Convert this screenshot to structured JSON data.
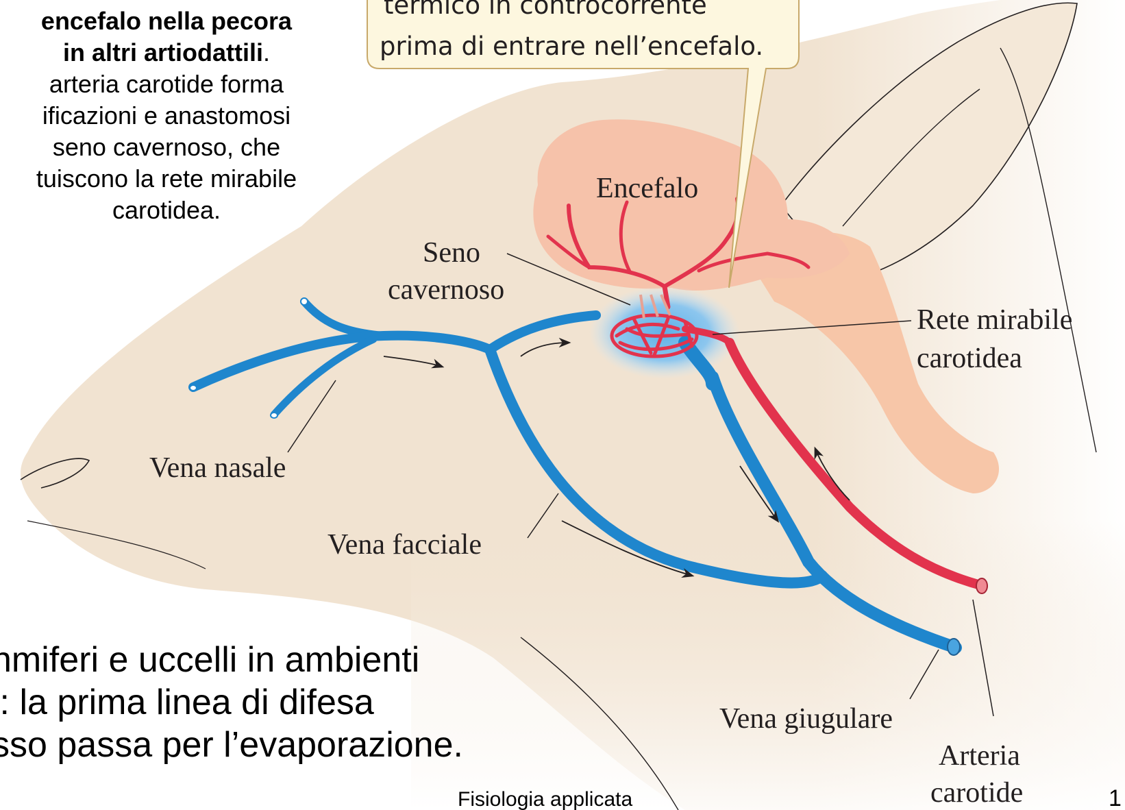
{
  "slide": {
    "caption": {
      "line1_bold": "encefalo nella pecora",
      "line2_bold": "in altri artiodattili",
      "line2_end": ".",
      "line3": "arteria carotide forma",
      "line4": "ificazioni e anastomosi",
      "line5": "seno cavernoso, che",
      "line6": "tuiscono la rete mirabile",
      "line7": "carotidea."
    },
    "body_text": {
      "line1": "nmiferi e uccelli in ambienti",
      "line2": "i: la prima linea di difesa",
      "line3": "sso passa per l’evaporazione."
    },
    "footer": "Fisiologia applicata",
    "page_number": "1"
  },
  "diagram": {
    "callout": {
      "line1": "termico in controcorrente",
      "line2": "prima di entrare nell’encefalo."
    },
    "labels": {
      "encefalo": "Encefalo",
      "seno_line1": "Seno",
      "seno_line2": "cavernoso",
      "rete_line1": "Rete mirabile",
      "rete_line2": "carotidea",
      "vena_nasale": "Vena nasale",
      "vena_facciale": "Vena facciale",
      "vena_giugulare": "Vena giugulare",
      "arteria_line1": "Arteria",
      "arteria_line2": "carotide"
    },
    "colors": {
      "head": "#f1e3d1",
      "brain": "#f6c2aa",
      "vein": "#1f86cd",
      "artery": "#e2334d",
      "callout_fill": "#fdf7df",
      "callout_stroke": "#c8a96a"
    }
  }
}
